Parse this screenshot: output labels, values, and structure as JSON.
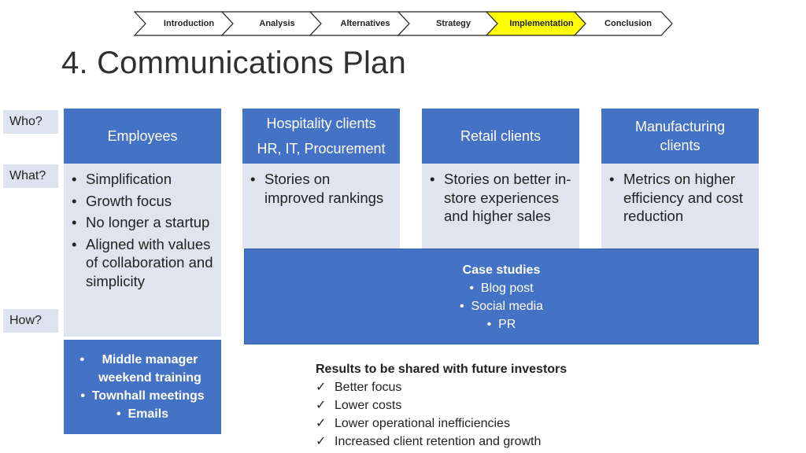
{
  "nav": {
    "steps": [
      {
        "label": "Introduction",
        "active": false
      },
      {
        "label": "Analysis",
        "active": false
      },
      {
        "label": "Alternatives",
        "active": false
      },
      {
        "label": "Strategy",
        "active": false
      },
      {
        "label": "Implementation",
        "active": true
      },
      {
        "label": "Conclusion",
        "active": false
      }
    ],
    "active_color": "#ffff00"
  },
  "title": "4. Communications Plan",
  "side_labels": {
    "who": "Who?",
    "what": "What?",
    "how": "How?"
  },
  "columns": {
    "employees": {
      "heading": "Employees",
      "items": [
        "Simplification",
        "Growth focus",
        "No longer a startup",
        "Aligned with values of collaboration and simplicity"
      ]
    },
    "hospitality": {
      "heading": "Hospitality clients",
      "subheading": "HR, IT, Procurement",
      "items": [
        "Stories on improved rankings"
      ]
    },
    "retail": {
      "heading": "Retail clients",
      "items": [
        "Stories on better in-store experiences and higher sales"
      ]
    },
    "manufacturing": {
      "heading": "Manufacturing clients",
      "items": [
        "Metrics on higher efficiency and cost reduction"
      ]
    }
  },
  "how_employees": [
    "Middle manager weekend training",
    "Townhall meetings",
    "Emails"
  ],
  "case_studies": {
    "heading": "Case studies",
    "items": [
      "Blog post",
      "Social media",
      "PR"
    ]
  },
  "results": {
    "heading": "Results to be shared with future investors",
    "items": [
      "Better focus",
      "Lower costs",
      "Lower operational inefficiencies",
      "Increased client retention and growth"
    ]
  },
  "colors": {
    "accent": "#4472c4",
    "panel": "#e0e4ee",
    "label_bg": "#dde3ef"
  }
}
